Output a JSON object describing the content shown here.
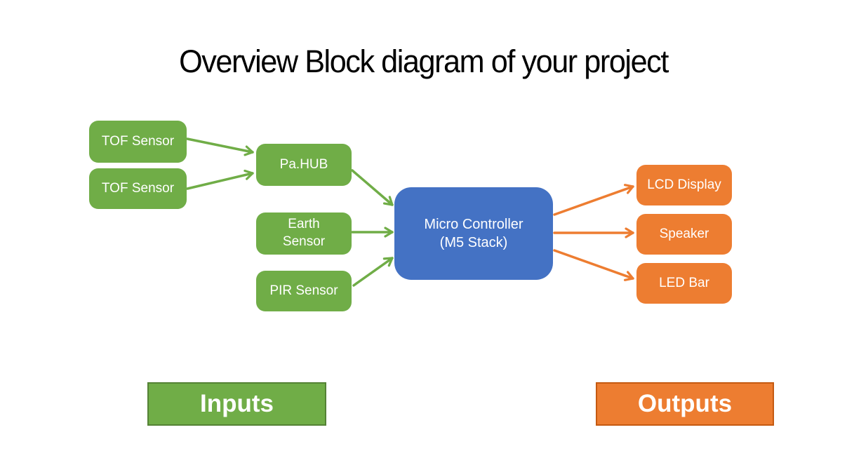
{
  "slide": {
    "title": "Overview Block diagram of your project"
  },
  "palette": {
    "input_green": "#70AD47",
    "input_green_border": "#548235",
    "controller_blue": "#4472C4",
    "output_orange": "#ED7D31",
    "output_orange_border": "#C55A11",
    "node_text": "#FFFFFF",
    "title_text": "#000000",
    "background": "#FFFFFF"
  },
  "nodes": {
    "tof1": {
      "label": "TOF Sensor"
    },
    "tof2": {
      "label": "TOF Sensor"
    },
    "pahub": {
      "label": "Pa.HUB"
    },
    "earth": {
      "label": "Earth\nSensor"
    },
    "pir": {
      "label": "PIR Sensor"
    },
    "mcu": {
      "label": "Micro Controller\n(M5 Stack)"
    },
    "lcd": {
      "label": "LCD Display"
    },
    "speaker": {
      "label": "Speaker"
    },
    "led": {
      "label": "LED Bar"
    }
  },
  "legend": {
    "inputs": "Inputs",
    "outputs": "Outputs"
  },
  "edges": [
    {
      "from": "tof1",
      "to": "pahub",
      "color": "green"
    },
    {
      "from": "tof2",
      "to": "pahub",
      "color": "green"
    },
    {
      "from": "pahub",
      "to": "mcu",
      "color": "green"
    },
    {
      "from": "earth",
      "to": "mcu",
      "color": "green"
    },
    {
      "from": "pir",
      "to": "mcu",
      "color": "green"
    },
    {
      "from": "mcu",
      "to": "lcd",
      "color": "orange"
    },
    {
      "from": "mcu",
      "to": "speaker",
      "color": "orange"
    },
    {
      "from": "mcu",
      "to": "led",
      "color": "orange"
    }
  ]
}
